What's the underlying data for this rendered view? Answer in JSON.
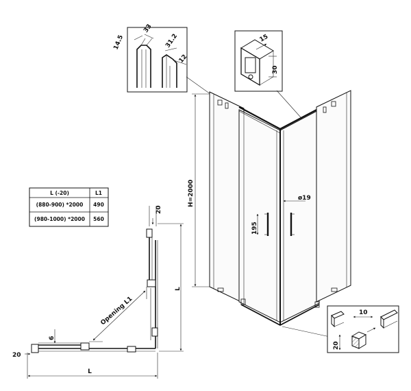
{
  "title": "",
  "profile_detail": {
    "labels": [
      "14.5",
      "33",
      "31.2",
      "12"
    ]
  },
  "rail_detail": {
    "labels": [
      "15",
      "30"
    ]
  },
  "corner_detail": {
    "labels": [
      "10",
      "20"
    ]
  },
  "elevation": {
    "height_label": "H=2000",
    "handle_diameter_label": "ø19",
    "handle_length_label": "195"
  },
  "size_table": {
    "headers": [
      "L (-20)",
      "L1"
    ],
    "rows": [
      [
        "(880-900) *2000",
        "490"
      ],
      [
        "(980-1000) *2000",
        "560"
      ]
    ]
  },
  "plan": {
    "top_gap_label": "20",
    "side_gap_label": "20",
    "offset_label": "6",
    "opening_label": "Opening L1",
    "side_length_label": "L",
    "bottom_length_label": "L"
  }
}
